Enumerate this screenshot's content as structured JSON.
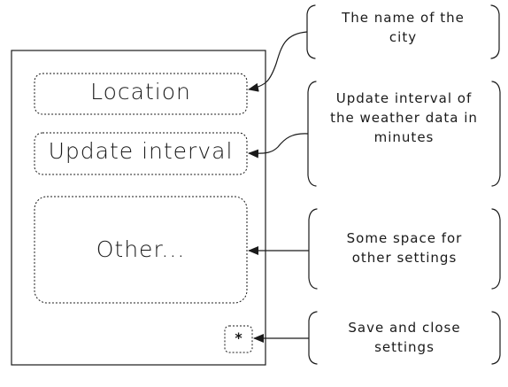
{
  "panel": {
    "fields": [
      {
        "id": "location",
        "label": "Location"
      },
      {
        "id": "update-interval",
        "label": "Update interval"
      },
      {
        "id": "other",
        "label": "Other..."
      }
    ],
    "save_button": {
      "icon": "asterisk-icon",
      "glyph": "*"
    }
  },
  "annotations": [
    {
      "target": "location",
      "lines": [
        "The name of the",
        "city"
      ]
    },
    {
      "target": "update-interval",
      "lines": [
        "Update interval of",
        "the weather data in",
        "minutes"
      ]
    },
    {
      "target": "other",
      "lines": [
        "Some space for",
        "other settings"
      ]
    },
    {
      "target": "save-button",
      "lines": [
        "Save and close",
        "settings"
      ]
    }
  ],
  "colors": {
    "stroke": "#1a1a1a",
    "background": "#ffffff"
  }
}
